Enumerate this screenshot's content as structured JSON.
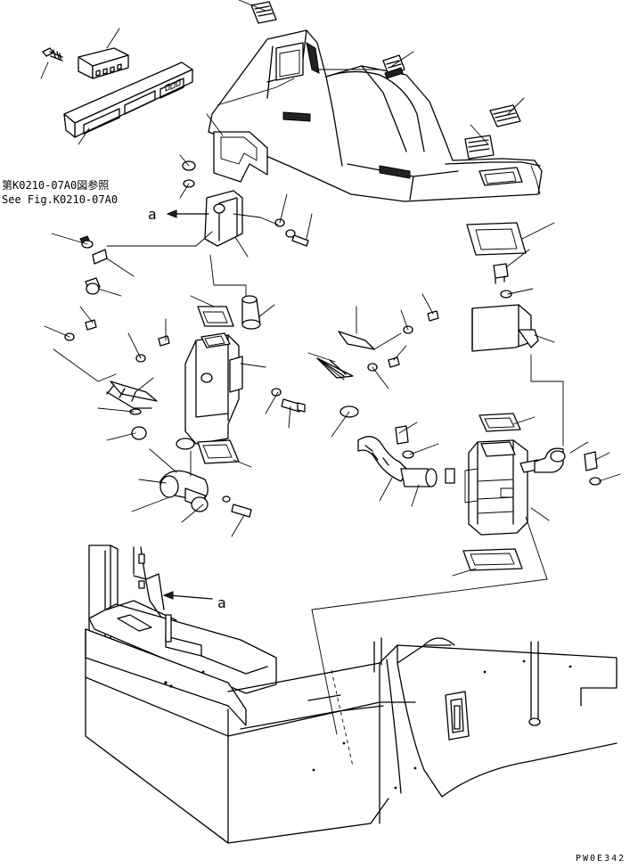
{
  "reference_note": {
    "line_jp": "第K0210-07A0図参照",
    "line_en": "See Fig.K0210-07A0"
  },
  "callouts": {
    "a_upper": "a",
    "a_lower": "a"
  },
  "drawing_code": "PW0E342"
}
